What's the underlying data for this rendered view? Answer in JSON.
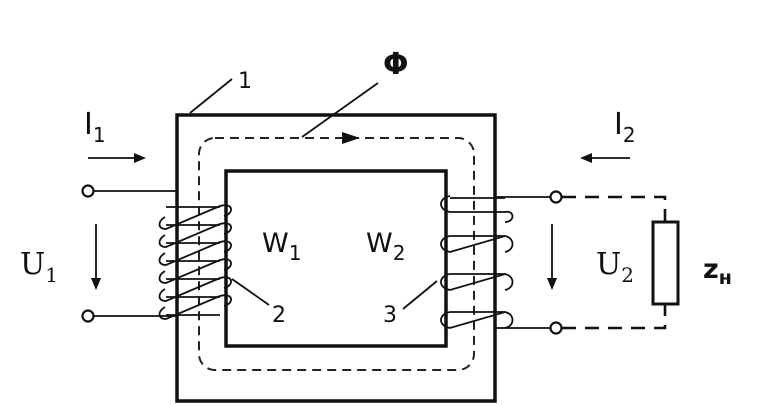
{
  "labels": {
    "core_number": "1",
    "flux": "Φ",
    "i1_main": "I",
    "i1_sub": "1",
    "i2_main": "I",
    "i2_sub": "2",
    "u1_main": "U",
    "u1_sub": "1",
    "u2_main": "U",
    "u2_sub": "2",
    "w1_main": "W",
    "w1_sub": "1",
    "w2_main": "W",
    "w2_sub": "2",
    "primary_number": "2",
    "secondary_number": "3",
    "load": "z",
    "load_sub": "н"
  },
  "colors": {
    "line": "#111111",
    "background": "#ffffff"
  }
}
